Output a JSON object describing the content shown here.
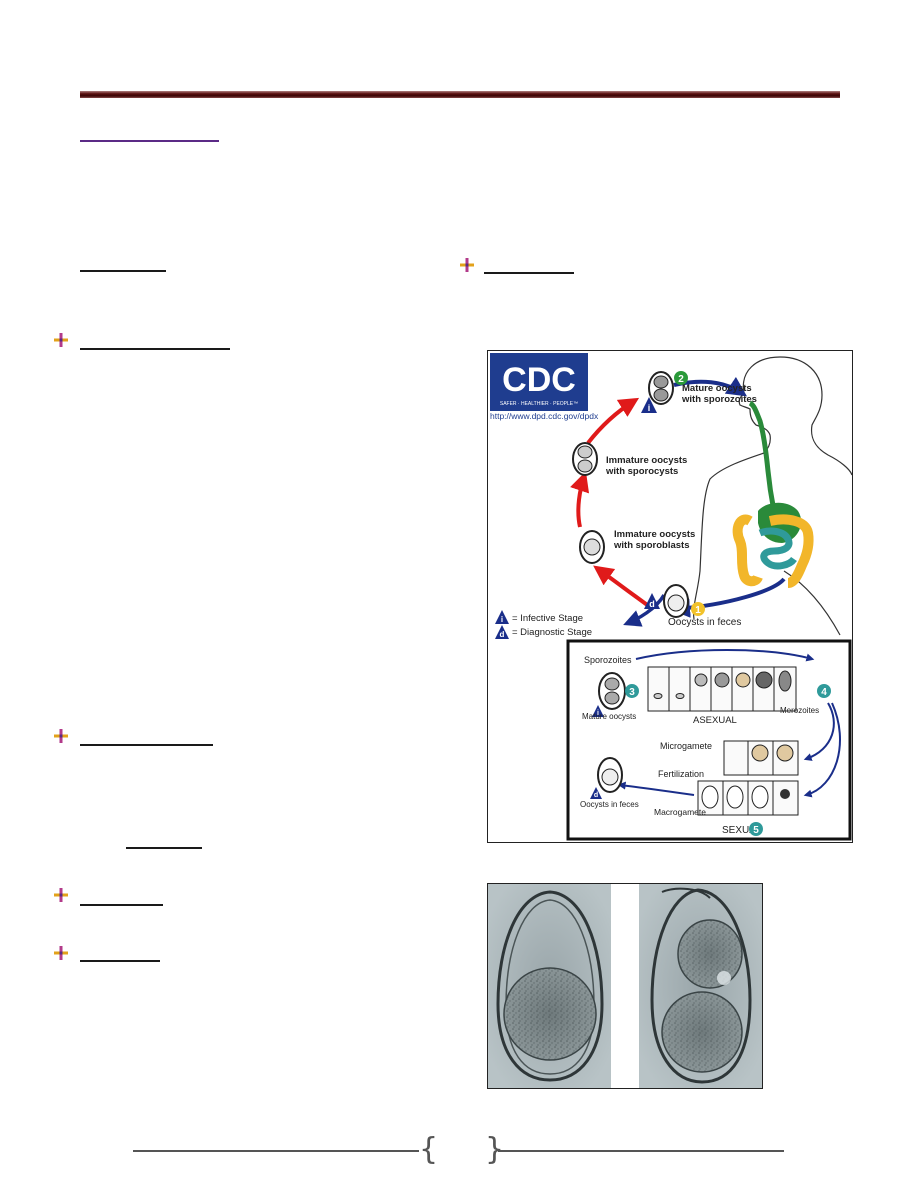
{
  "figure1": {
    "logo_text": "CDC",
    "logo_tagline": "SAFER · HEALTHIER · PEOPLE™",
    "url": "http://www.dpd.cdc.gov/dpdx",
    "stage_mature_oocysts": "Mature oocysts",
    "stage_mature_oocysts_sub": "with sporozoites",
    "stage_immature_sporocysts": "Immature oocysts",
    "stage_immature_sporocysts_sub": "with sporocysts",
    "stage_immature_sporoblasts": "Immature oocysts",
    "stage_immature_sporoblasts_sub": "with sporoblasts",
    "stage_feces": "Oocysts in feces",
    "legend_infective": "= Infective Stage",
    "legend_diagnostic": "= Diagnostic Stage",
    "inset_sporozoites": "Sporozoites",
    "inset_mature_oocysts": "Mature oocysts",
    "inset_asexual": "ASEXUAL",
    "inset_merozoites": "Merozoites",
    "inset_microgamete": "Microgamete",
    "inset_fertilization": "Fertilization",
    "inset_macrogamete": "Macrogamete",
    "inset_sexual": "SEXUAL",
    "inset_oocysts_feces": "Oocysts in feces",
    "marker_i": "i",
    "marker_d": "d",
    "num_1": "1",
    "num_2": "2",
    "num_3": "3",
    "num_4": "4",
    "num_5": "5"
  },
  "colors": {
    "accent_rule": "#5a0f0f",
    "arrow_red": "#e01a1a",
    "arrow_blue": "#1a2e8a",
    "gut_green": "#2a8a3a",
    "gut_yellow": "#f2b62a",
    "gut_teal": "#2f9a9a"
  }
}
